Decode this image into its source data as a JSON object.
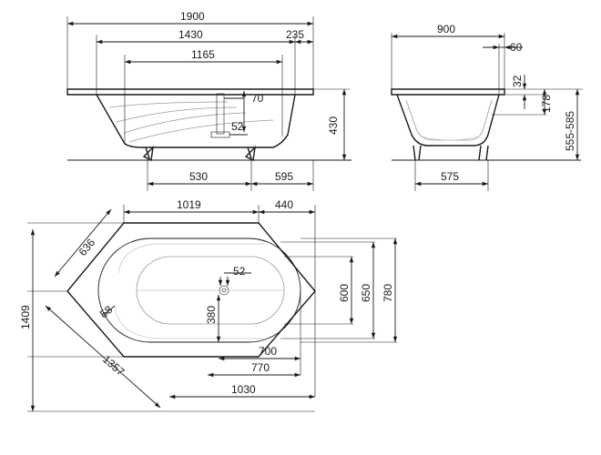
{
  "side_view": {
    "dims": {
      "overall_length": "1900",
      "inner_length": "1430",
      "rim_offset": "235",
      "bottom_length": "1165",
      "waste_offset": "70",
      "waste_diameter": "52",
      "height": "430",
      "foot_position": "530",
      "foot_distance": "595"
    }
  },
  "end_view": {
    "dims": {
      "width": "900",
      "rim_width": "60",
      "rim_height": "32",
      "depth": "178",
      "total_height": "555-585",
      "foot_spacing": "575"
    }
  },
  "plan_view": {
    "dims": {
      "top_length": "1019",
      "top_offset": "440",
      "side_edge": "636",
      "waste_diameter": "52",
      "interior_width": "600",
      "width_650": "650",
      "overall_width": "780",
      "waste_position": "380",
      "corner_radius": "58",
      "length_700": "700",
      "length_770": "770",
      "length_1030": "1030",
      "overall_height": "1409",
      "diagonal": "1357"
    }
  }
}
